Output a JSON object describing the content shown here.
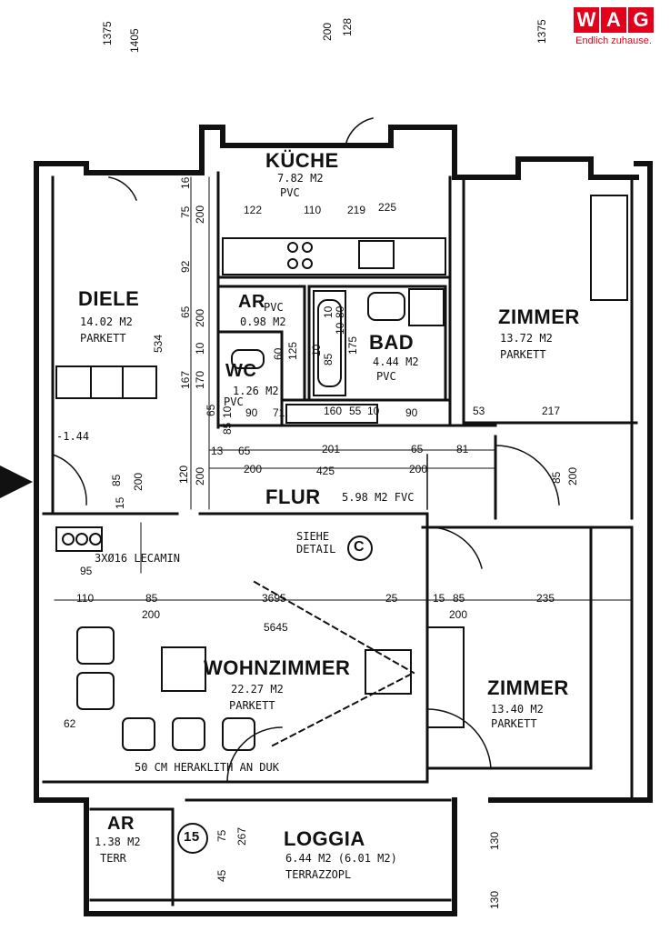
{
  "logo": {
    "letters": [
      "W",
      "A",
      "G"
    ],
    "tagline": "Endlich zuhause.",
    "brand_color": "#e3001b"
  },
  "rooms": {
    "kueche": {
      "name": "KÜCHE",
      "area": "7.82 M2",
      "floor": "PVC"
    },
    "diele": {
      "name": "DIELE",
      "area": "14.02 M2",
      "floor": "PARKETT"
    },
    "ar1": {
      "name": "AR",
      "sub": "PVC",
      "area": "0.98 M2"
    },
    "bad": {
      "name": "BAD",
      "area": "4.44 M2",
      "floor": "PVC"
    },
    "wc": {
      "name": "WC",
      "area": "1.26 M2",
      "floor": "PVC"
    },
    "zimmer1": {
      "name": "ZIMMER",
      "area": "13.72 M2",
      "floor": "PARKETT"
    },
    "flur": {
      "name": "FLUR",
      "info": "5.98 M2 FVC"
    },
    "wohnzimmer": {
      "name": "WOHNZIMMER",
      "area": "22.27 M2",
      "floor": "PARKETT"
    },
    "zimmer2": {
      "name": "ZIMMER",
      "area": "13.40 M2",
      "floor": "PARKETT"
    },
    "ar2": {
      "name": "AR",
      "area": "1.38 M2",
      "floor": "TERR"
    },
    "loggia": {
      "name": "LOGGIA",
      "area": "6.44 M2 (6.01 M2)",
      "floor": "TERRAZZOPL"
    }
  },
  "notes": {
    "siehe": "SIEHE",
    "detail": "DETAIL",
    "detail_mark": "C",
    "lecamin": "3XØ16 LECAMIN",
    "heraklith": "50 CM HERAKLITH AN DUK",
    "stair_no": "15",
    "level": "-1.44"
  },
  "dims": {
    "top": [
      "1375",
      "1405",
      "200",
      "128",
      "1375"
    ],
    "kueche": [
      "122",
      "110",
      "219",
      "225",
      "75",
      "200",
      "16"
    ],
    "diele": [
      "92",
      "65",
      "200",
      "534",
      "167",
      "170",
      "10"
    ],
    "bad": [
      "10",
      "80",
      "10",
      "85",
      "175",
      "10",
      "125",
      "60"
    ],
    "mid": [
      "90",
      "71",
      "160",
      "55",
      "10",
      "90",
      "53",
      "217",
      "13",
      "65",
      "201",
      "65",
      "81"
    ],
    "flur": [
      "200",
      "425",
      "200",
      "120",
      "200",
      "85",
      "200",
      "85",
      "200",
      "15",
      "85",
      "10",
      "65"
    ],
    "wohn": [
      "95",
      "110",
      "85",
      "200",
      "3695",
      "5645",
      "25",
      "62"
    ],
    "zimmer2": [
      "15",
      "85",
      "200",
      "235"
    ],
    "loggia": [
      "75",
      "267",
      "45",
      "130",
      "130"
    ]
  }
}
